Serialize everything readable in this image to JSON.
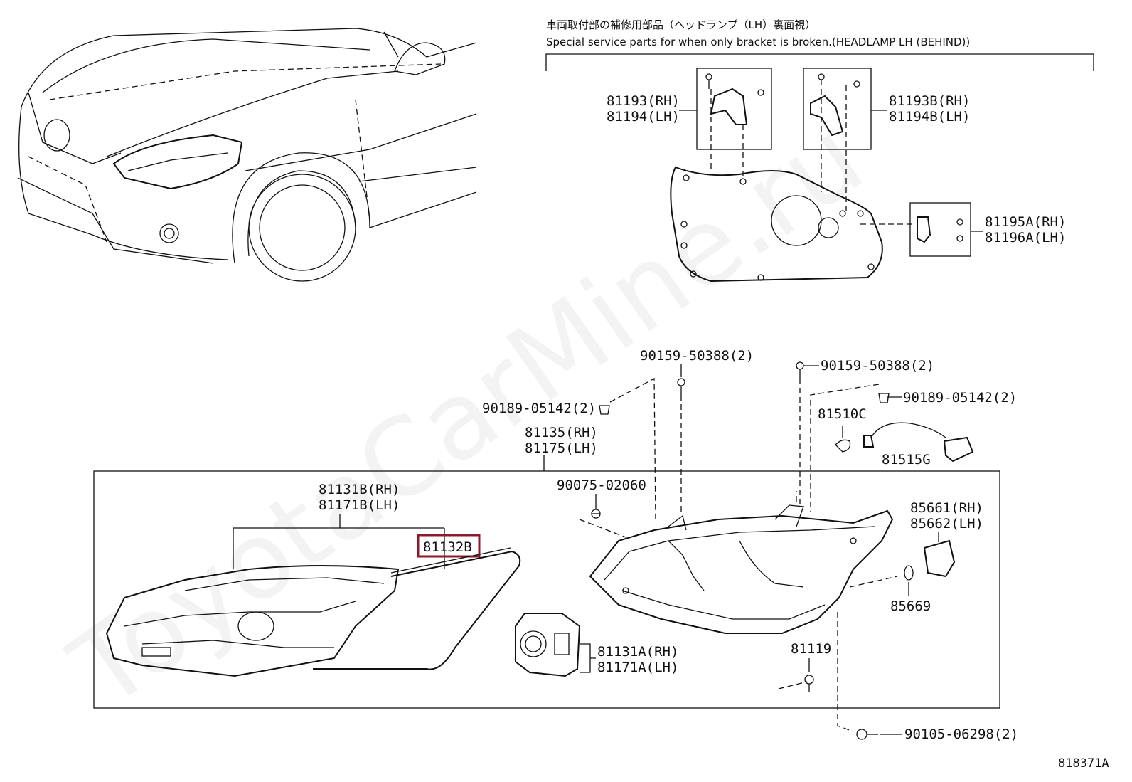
{
  "header": {
    "title_jp": "車両取付部の補修用部品（ヘッドランプ（LH）裏面視）",
    "title_en": "Special service parts for when only bracket is broken.(HEADLAMP LH (BEHIND))"
  },
  "watermark": "ToyotaCarMine.ru",
  "highlight_color": "#8b1a2a",
  "labels": {
    "p81193_rh": "81193(RH)",
    "p81194_lh": "81194(LH)",
    "p81193b_rh": "81193B(RH)",
    "p81194b_lh": "81194B(LH)",
    "p81195a_rh": "81195A(RH)",
    "p81196a_lh": "81196A(LH)",
    "p90159_a": "90159-50388(2)",
    "p90159_b": "90159-50388(2)",
    "p90189_a": "90189-05142(2)",
    "p90189_b": "90189-05142(2)",
    "p81510c": "81510C",
    "p81515g": "81515G",
    "p81135_rh": "81135(RH)",
    "p81175_lh": "81175(LH)",
    "p81131b_rh": "81131B(RH)",
    "p81171b_lh": "81171B(LH)",
    "p81132b": "81132B",
    "p90075": "90075-02060",
    "p85661_rh": "85661(RH)",
    "p85662_lh": "85662(LH)",
    "p85669": "85669",
    "p81119": "81119",
    "p81131a_rh": "81131A(RH)",
    "p81171a_lh": "81171A(LH)",
    "p90105": "90105-06298(2)",
    "diagram_id": "818371A"
  }
}
